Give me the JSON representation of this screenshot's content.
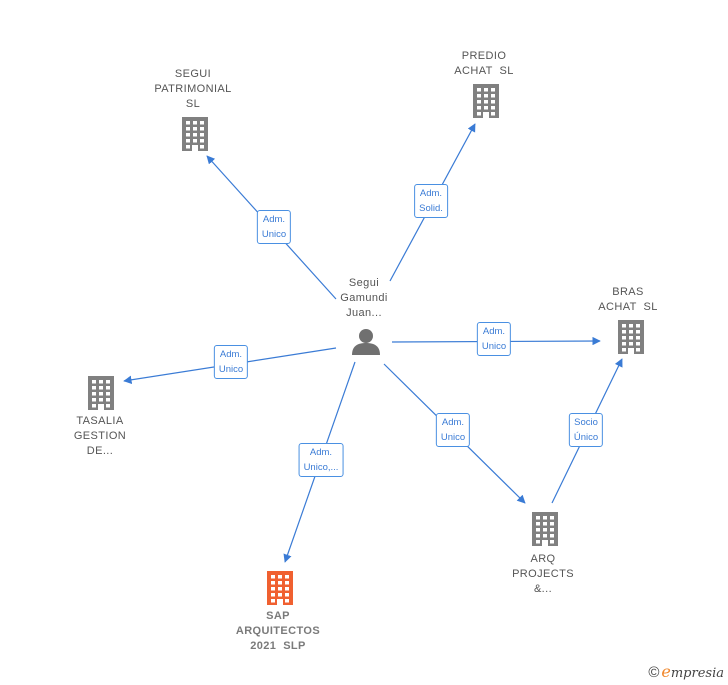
{
  "colors": {
    "edge": "#3a7bd5",
    "building": "#808080",
    "highlight": "#f06030",
    "person": "#707070"
  },
  "center": {
    "label": "Segui\nGamundi\nJuan..."
  },
  "companies": [
    {
      "id": "segui-patrimonial",
      "label": "SEGUI\nPATRIMONIAL\nSL",
      "highlight": false
    },
    {
      "id": "predio-achat",
      "label": "PREDIO\nACHAT  SL",
      "highlight": false
    },
    {
      "id": "bras-achat",
      "label": "BRAS\nACHAT  SL",
      "highlight": false
    },
    {
      "id": "tasalia-gestion",
      "label": "TASALIA\nGESTION\nDE...",
      "highlight": false
    },
    {
      "id": "sap-arquitectos",
      "label": "SAP\nARQUITECTOS\n2021  SLP",
      "highlight": true
    },
    {
      "id": "arq-projects",
      "label": "ARQ\nPROJECTS\n&...",
      "highlight": false
    }
  ],
  "edges": [
    {
      "id": "e1",
      "from": "center",
      "to": "segui-patrimonial",
      "label": "Adm.\nUnico"
    },
    {
      "id": "e2",
      "from": "center",
      "to": "predio-achat",
      "label": "Adm.\nSolid."
    },
    {
      "id": "e3",
      "from": "center",
      "to": "bras-achat",
      "label": "Adm.\nUnico"
    },
    {
      "id": "e4",
      "from": "center",
      "to": "tasalia-gestion",
      "label": "Adm.\nUnico"
    },
    {
      "id": "e5",
      "from": "center",
      "to": "sap-arquitectos",
      "label": "Adm.\nUnico,..."
    },
    {
      "id": "e6",
      "from": "center",
      "to": "arq-projects",
      "label": "Adm.\nUnico"
    },
    {
      "id": "e7",
      "from": "arq-projects",
      "to": "bras-achat",
      "label": "Socio\nÚnico"
    }
  ],
  "brand": {
    "copyright": "©",
    "name_e": "e",
    "name_rest": "mpresia"
  }
}
